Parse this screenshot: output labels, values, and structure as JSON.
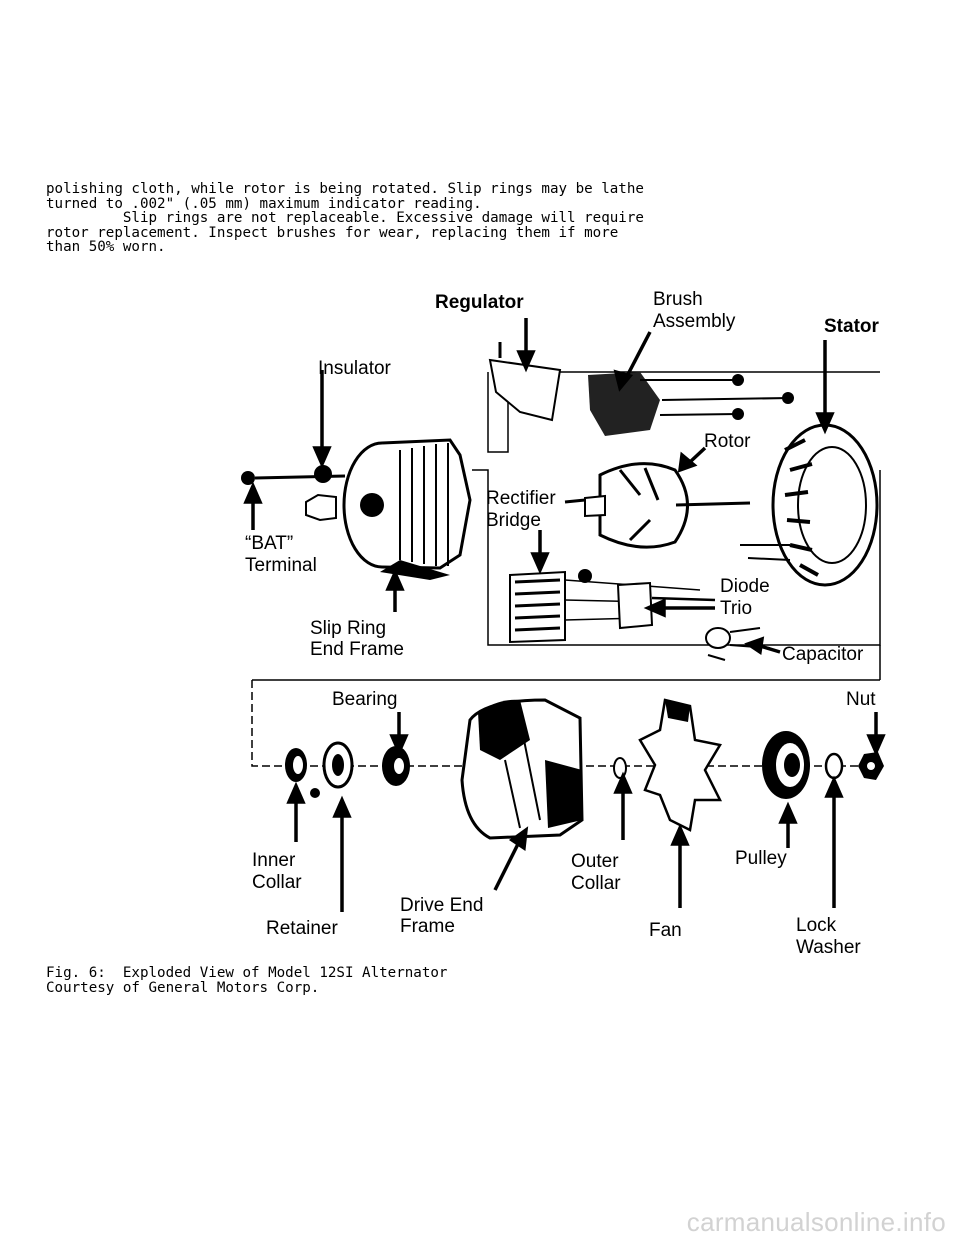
{
  "body_text": {
    "line1": "polishing cloth, while rotor is being rotated. Slip rings may be lathe",
    "line2": "turned to .002\" (.05 mm) maximum indicator reading.",
    "line3": "         Slip rings are not replaceable. Excessive damage will require",
    "line4": "rotor replacement. Inspect brushes for wear, replacing them if more",
    "line5": "than 50% worn."
  },
  "figure": {
    "labels": {
      "regulator": "Regulator",
      "brush_1": "Brush",
      "brush_2": "Assembly",
      "stator": "Stator",
      "insulator": "Insulator",
      "rotor": "Rotor",
      "rectifier_1": "Rectifier",
      "rectifier_2": "Bridge",
      "bat_1": "“BAT”",
      "bat_2": "Terminal",
      "diode_1": "Diode",
      "diode_2": "Trio",
      "slip_1": "Slip Ring",
      "slip_2": "End Frame",
      "capacitor": "Capacitor",
      "bearing": "Bearing",
      "nut": "Nut",
      "inner_1": "Inner",
      "inner_2": "Collar",
      "outer_1": "Outer",
      "outer_2": "Collar",
      "pulley": "Pulley",
      "drive_1": "Drive End",
      "drive_2": "Frame",
      "retainer": "Retainer",
      "fan": "Fan",
      "lock_1": "Lock",
      "lock_2": "Washer"
    }
  },
  "caption": {
    "line1": "Fig. 6:  Exploded View of Model 12SI Alternator",
    "line2": "Courtesy of General Motors Corp."
  },
  "watermark": "carmanualsonline.info"
}
